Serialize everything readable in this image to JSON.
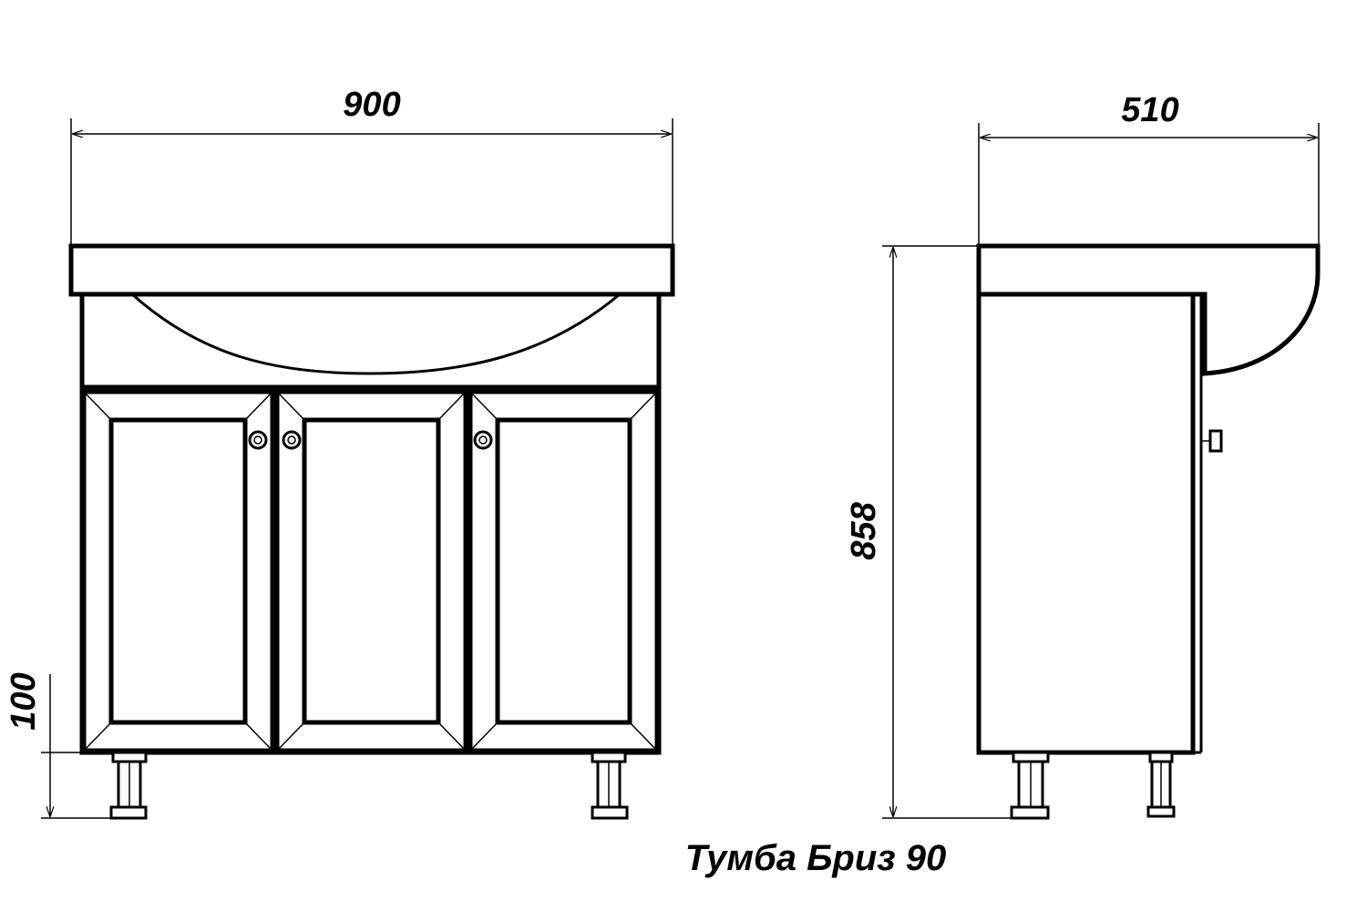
{
  "dimensions": {
    "width": "900",
    "depth": "510",
    "height": "858",
    "leg_height": "100"
  },
  "caption": "Тумба Бриз 90",
  "colors": {
    "line": "#000000",
    "background": "#ffffff"
  }
}
